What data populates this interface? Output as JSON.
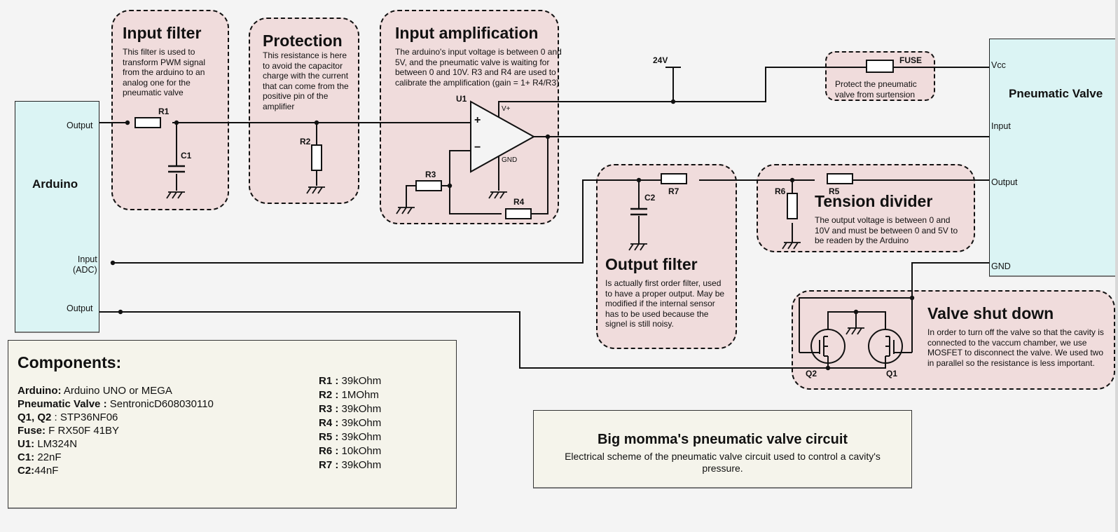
{
  "blocks": {
    "arduino": {
      "title": "Arduino",
      "pins": [
        "Output",
        "Input\n(ADC)",
        "Output"
      ]
    },
    "valve": {
      "title": "Pneumatic Valve",
      "pins": [
        "Vcc",
        "Input",
        "Output",
        "GND"
      ]
    }
  },
  "groups": {
    "input_filter": {
      "title": "Input filter",
      "desc": "This filter is used to transform PWM signal from the arduino to an analog one for the pneumatic valve"
    },
    "protection": {
      "title": "Protection",
      "desc": "This resistance is here to avoid the capacitor charge with the current that can come from the positive pin of  the amplifier"
    },
    "input_amp": {
      "title": "Input amplification",
      "desc": "The arduino's input voltage is between 0 and 5V, and the pneumatic valve is waiting for between 0 and 10V. R3 and R4 are used to calibrate the amplification (gain = 1+ R4/R3)"
    },
    "fuse": {
      "label": "FUSE",
      "desc": "Protect the pneumatic valve from surtension"
    },
    "output_filter": {
      "title": "Output filter",
      "desc": "Is actually first order filter, used to have a proper output. May be modified if the internal sensor has to be used because the signel is still noisy."
    },
    "tension_divider": {
      "title": "Tension divider",
      "desc": "The output voltage is between 0 and 10V and must be between 0 and 5V to be readen by the Arduino"
    },
    "valve_shutdown": {
      "title": "Valve shut down",
      "desc": "In order to turn off the valve so that  the cavity is connected to the vaccum chamber, we use MOSFET to disconnect the valve. We used two in parallel so the resistance is less important."
    }
  },
  "labels": {
    "r1": "R1",
    "r2": "R2",
    "r3": "R3",
    "r4": "R4",
    "r5": "R5",
    "r6": "R6",
    "r7": "R7",
    "c1": "C1",
    "c2": "C2",
    "u1": "U1",
    "q1": "Q1",
    "q2": "Q2",
    "v24": "24V",
    "vplus": "V+",
    "gnd": "GND",
    "plus": "+",
    "minus": "−"
  },
  "components": {
    "title": "Components:",
    "left": [
      {
        "key": "Arduino:",
        "value": " Arduino UNO  or MEGA"
      },
      {
        "key": "Pneumatic Valve :",
        "value": " SentronicD608030110"
      },
      {
        "key": "Q1, Q2",
        "value": " : STP36NF06"
      },
      {
        "key": "Fuse:",
        "value": " F RX50F 41BY"
      },
      {
        "key": "U1:",
        "value": " LM324N"
      },
      {
        "key": "C1:",
        "value": " 22nF"
      },
      {
        "key": "C2:",
        "value": "44nF"
      }
    ],
    "right": [
      {
        "key": "R1 :",
        "value": " 39kOhm"
      },
      {
        "key": "R2 :",
        "value": " 1MOhm"
      },
      {
        "key": "R3 :",
        "value": " 39kOhm"
      },
      {
        "key": "R4 :",
        "value": " 39kOhm"
      },
      {
        "key": "R5 :",
        "value": " 39kOhm"
      },
      {
        "key": "R6 :",
        "value": " 10kOhm"
      },
      {
        "key": "R7 :",
        "value": " 39kOhm"
      }
    ]
  },
  "title_box": {
    "title": "Big momma's pneumatic valve circuit",
    "subtitle": "Electrical scheme of the pneumatic valve circuit used to control a cavity's pressure."
  }
}
